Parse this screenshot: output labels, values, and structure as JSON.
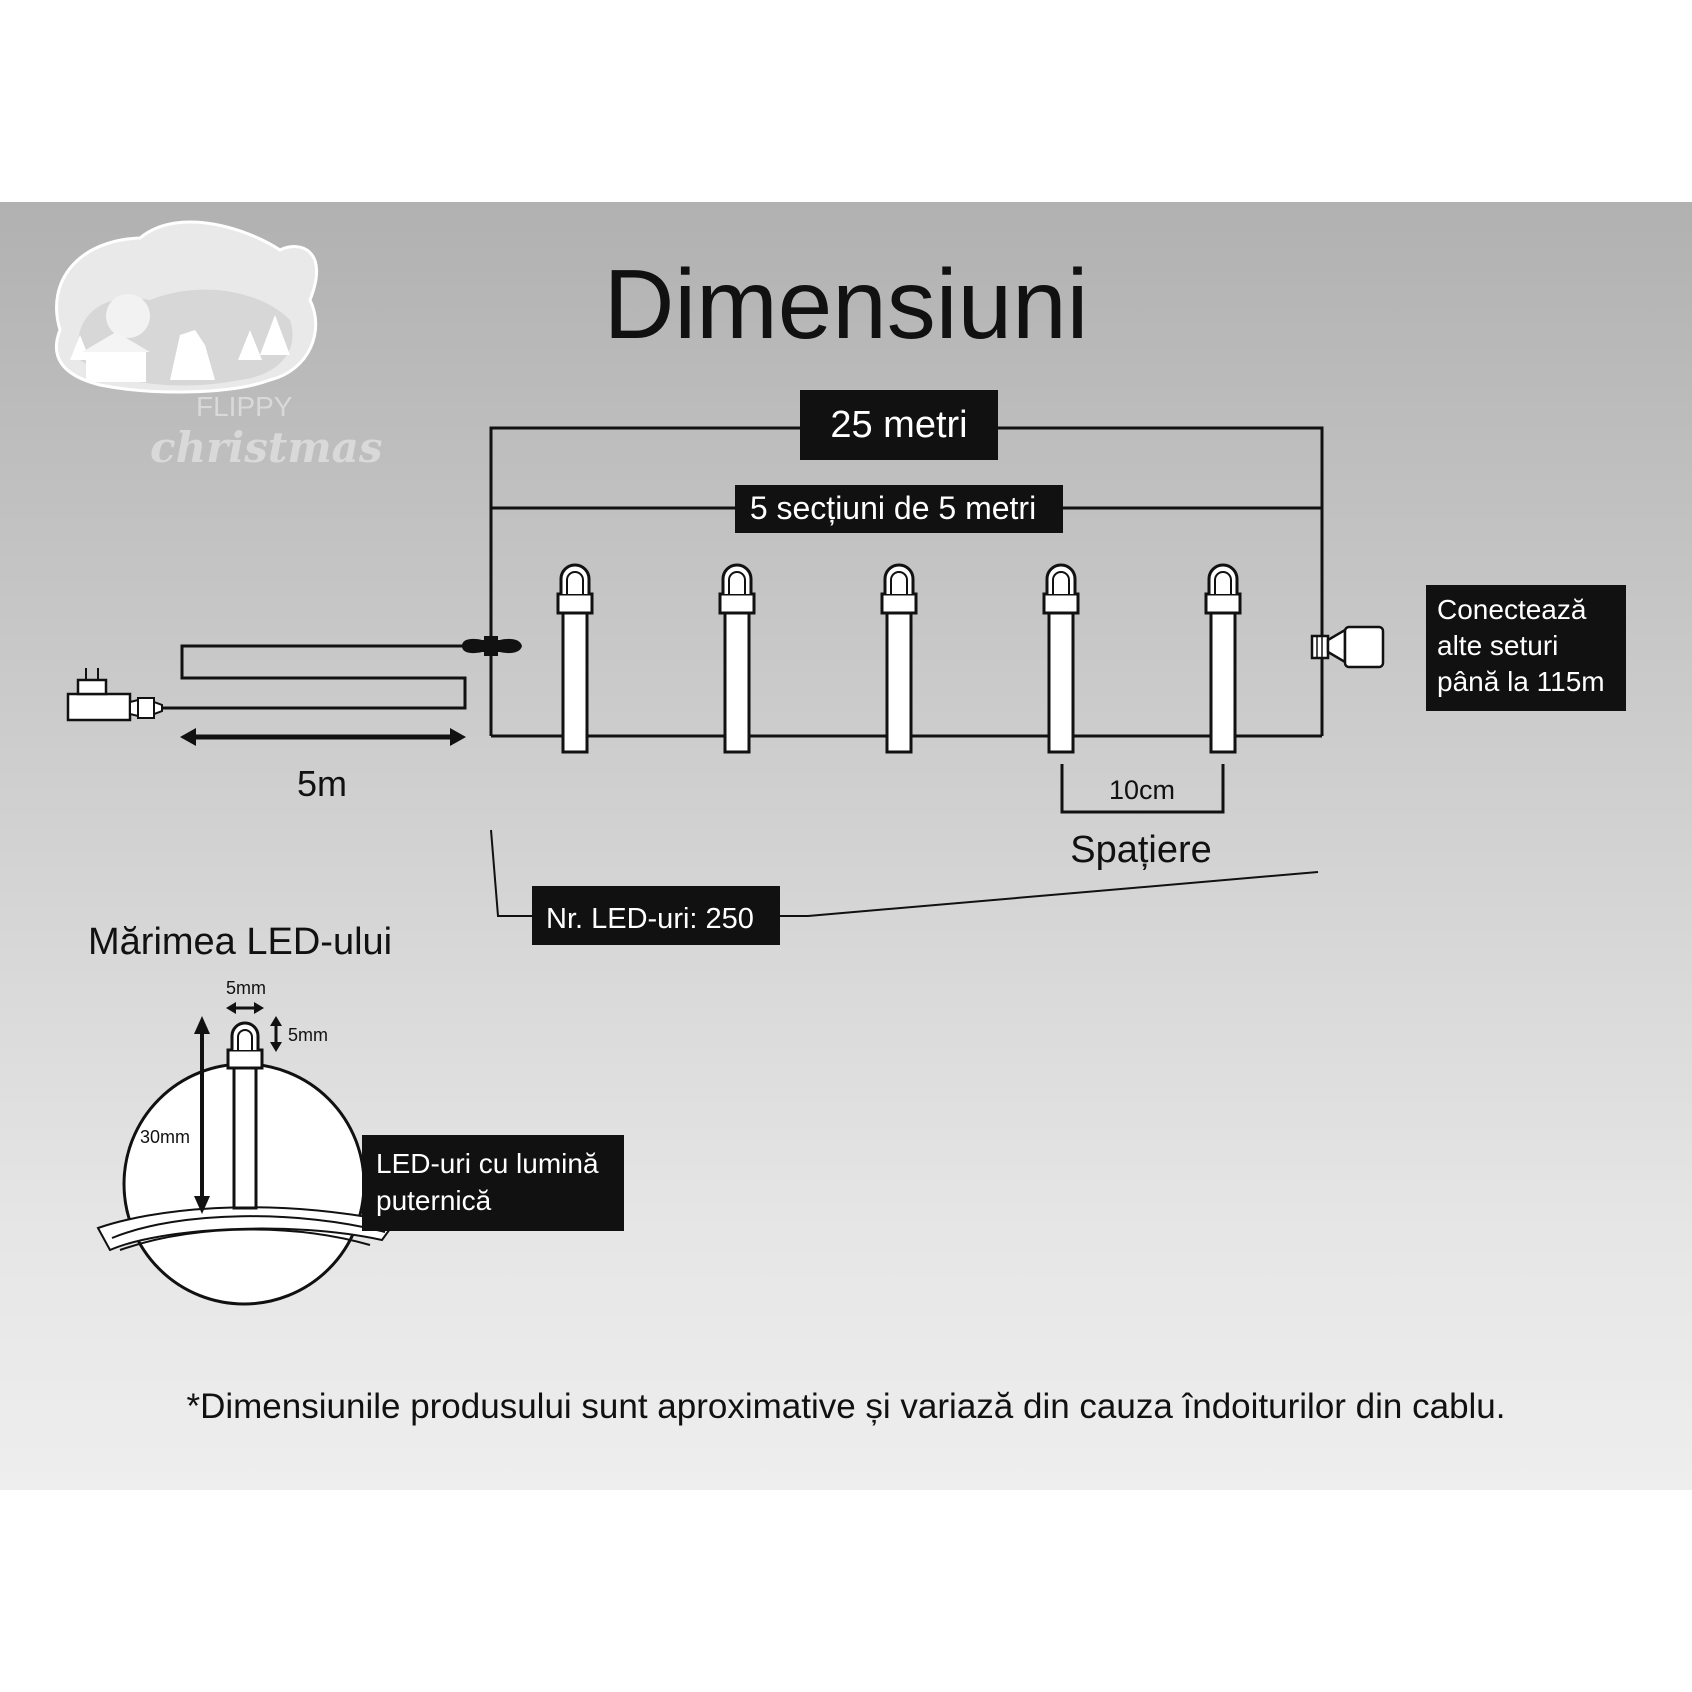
{
  "brand": {
    "logo_line1": "FLIPPY",
    "logo_line2": "christmas"
  },
  "title": "Dimensiuni",
  "labels": {
    "total_length": "25 metri",
    "sections": "5 secțiuni de 5 metri",
    "connect": [
      "Conectează",
      "alte seturi",
      "până la 115m"
    ],
    "lead_length": "5m",
    "spacing_value": "10cm",
    "spacing_label": "Spațiere",
    "led_count": "Nr. LED-uri: 250"
  },
  "led_size": {
    "heading": "Mărimea LED-ului",
    "width": "5mm",
    "height": "5mm",
    "length": "30mm",
    "bright": [
      "LED-uri cu lumină",
      "puternică"
    ]
  },
  "footnote": "*Dimensiunile produsului sunt aproximative și variază din cauza îndoiturilor din cablu.",
  "colors": {
    "label_bg": "#111111",
    "label_text": "#ffffff",
    "line": "#111111",
    "led_fill": "#ffffff"
  }
}
